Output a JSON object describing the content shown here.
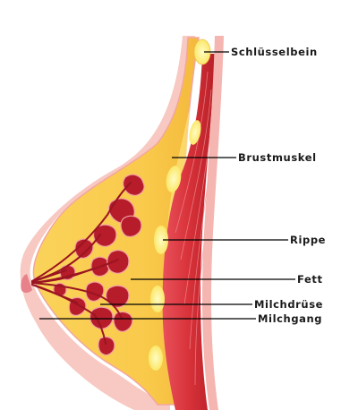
{
  "labels": {
    "clavicle": "Schlüsselbein",
    "pectoral_muscle": "Brustmuskel",
    "rib": "Rippe",
    "fat": "Fett",
    "mammary_gland": "Milchdrüse",
    "milk_duct": "Milchgang"
  },
  "colors": {
    "skin_outline": "#f5b5b0",
    "fat": "#f9c94a",
    "fat_light": "#fde27c",
    "muscle": "#d8323a",
    "muscle_dark": "#a8181f",
    "bone": "#fff28a",
    "gland": "#b61c2a",
    "gland_pink": "#f2a3a5",
    "leader": "#000000"
  }
}
